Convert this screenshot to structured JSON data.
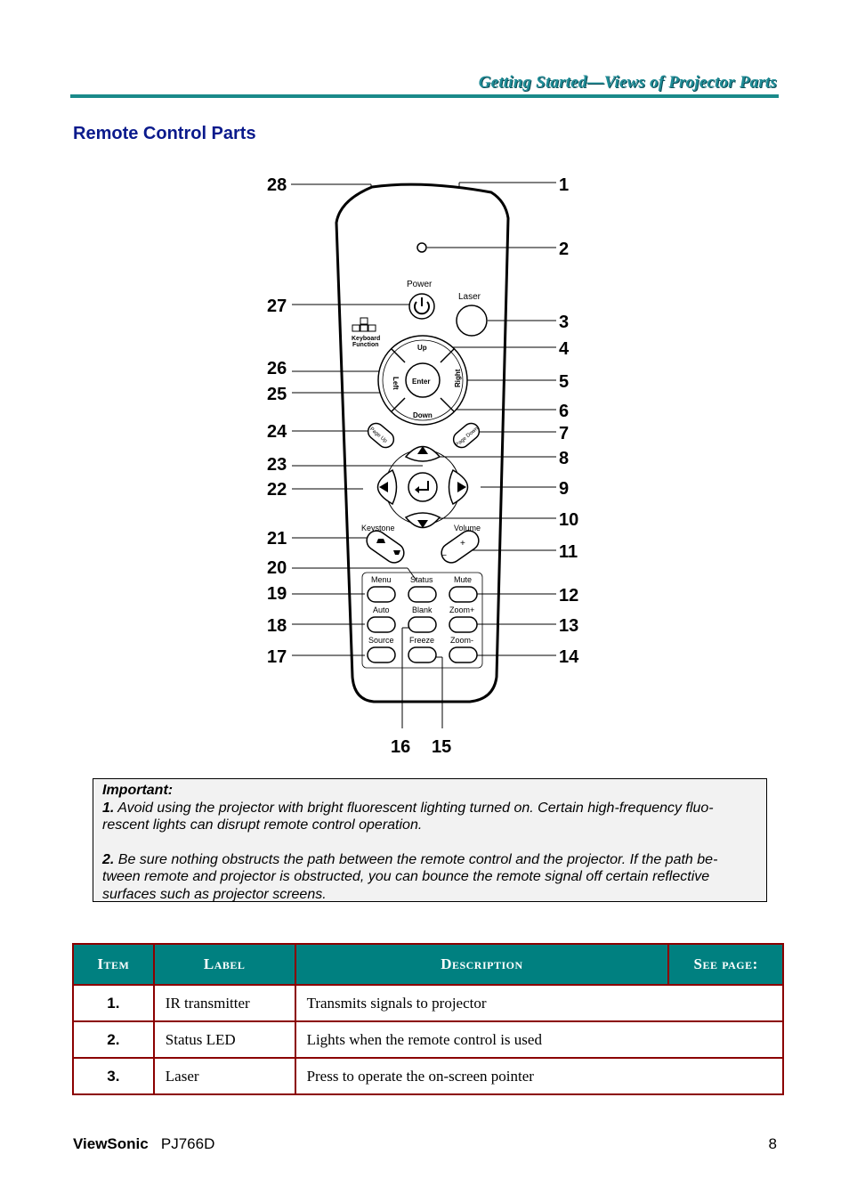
{
  "header": {
    "title": "Getting Started—Views of Projector Parts"
  },
  "section": {
    "title": "Remote Control Parts"
  },
  "remote": {
    "callouts": [
      "1",
      "2",
      "3",
      "4",
      "5",
      "6",
      "7",
      "8",
      "9",
      "10",
      "11",
      "12",
      "13",
      "14",
      "15",
      "16",
      "17",
      "18",
      "19",
      "20",
      "21",
      "22",
      "23",
      "24",
      "25",
      "26",
      "27",
      "28"
    ],
    "labels": {
      "power": "Power",
      "laser": "Laser",
      "keyboard_function_1": "Keyboard",
      "keyboard_function_2": "Function",
      "up": "Up",
      "down": "Down",
      "left": "Left",
      "right": "Right",
      "enter": "Enter",
      "page_up": "Page Up",
      "page_down": "Page Down",
      "keystone": "Keystone",
      "volume": "Volume",
      "volume_plus": "+",
      "volume_minus": "–",
      "menu": "Menu",
      "status": "Status",
      "mute": "Mute",
      "auto": "Auto",
      "blank": "Blank",
      "zoom_plus": "Zoom+",
      "source": "Source",
      "freeze": "Freeze",
      "zoom_minus": "Zoom-"
    }
  },
  "important": {
    "heading": "Important:",
    "notes": [
      {
        "lead": "1.",
        "text": " Avoid using the projector with bright fluorescent lighting turned on. Certain high-frequency fluo- rescent lights can disrupt remote control operation."
      },
      {
        "lead": "2.",
        "text": " Be sure nothing obstructs the path between the remote control and the projector. If the path be- tween remote and projector is obstructed, you can bounce the remote signal off certain reflective surfaces such as projector screens."
      }
    ]
  },
  "table": {
    "headers": [
      "Item",
      "Label",
      "Description",
      "See page:"
    ],
    "rows": [
      [
        "1.",
        "IR transmitter",
        "Transmits signals to projector",
        ""
      ],
      [
        "2.",
        "Status LED",
        "Lights when the remote control is used",
        ""
      ],
      [
        "3.",
        "Laser",
        "Press to operate the on-screen pointer",
        ""
      ]
    ]
  },
  "footer": {
    "brand": "ViewSonic",
    "model": "PJ766D",
    "page": "8"
  }
}
